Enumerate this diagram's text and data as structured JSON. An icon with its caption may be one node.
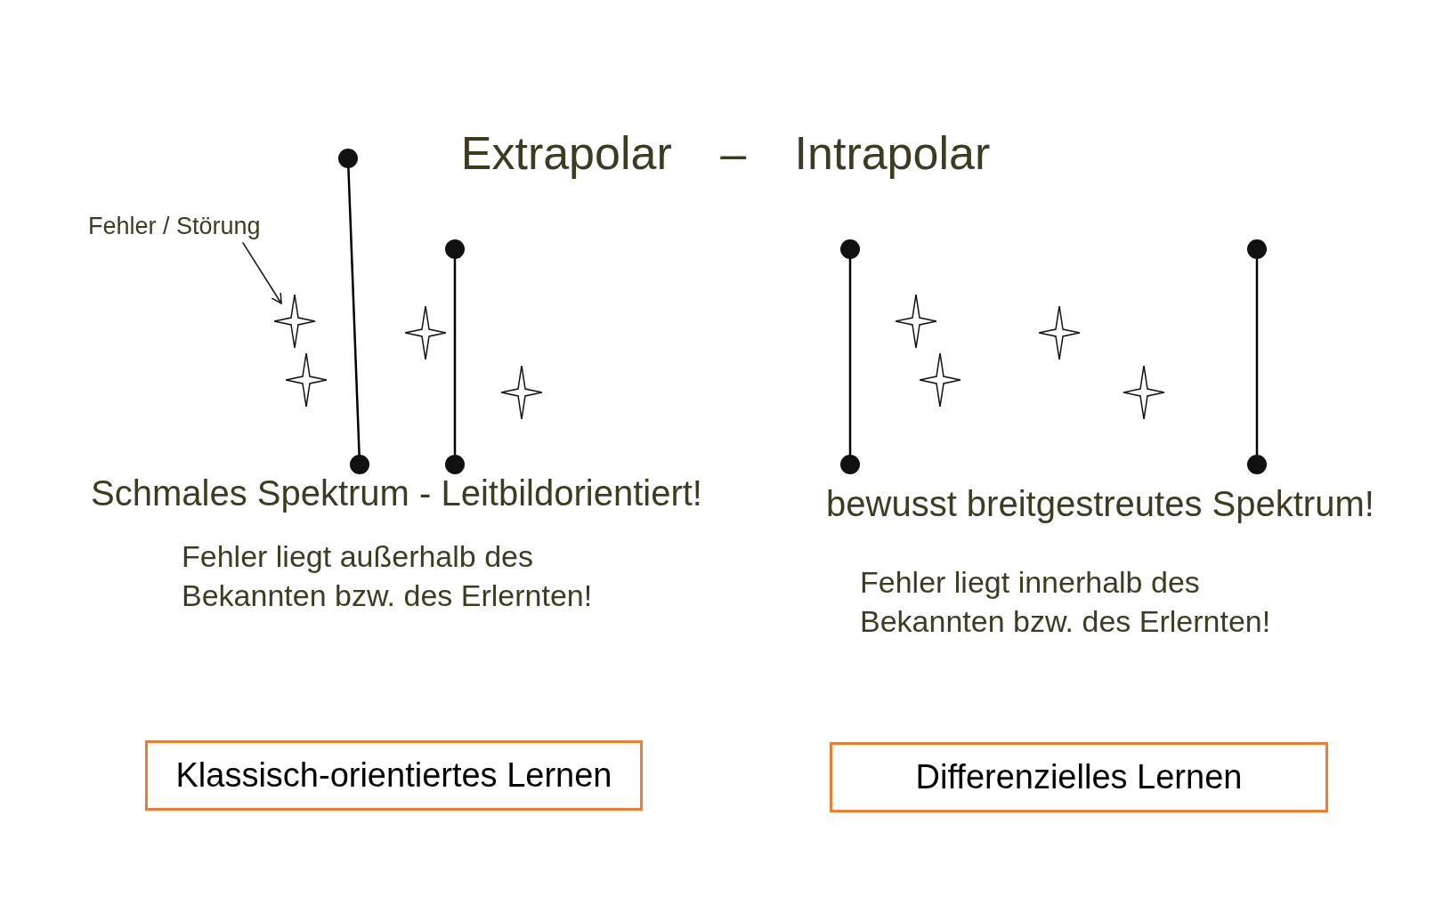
{
  "diagram": {
    "title": "Extrapolar – Intrapolar",
    "nodes": [
      {
        "text": [
          "Fehler / Störung"
        ]
      },
      {
        "text": [],
        "shape": "star"
      },
      {
        "text": [
          "Klassisch-orientiertes Lernen"
        ]
      },
      {
        "text": [
          "Differenzielles Lernen"
        ]
      }
    ],
    "edges": [
      {
        "from": 0,
        "to": 1,
        "arrow": "to"
      }
    ],
    "labels": [
      "Schmales Spektrum - Leitbildorientiert!",
      "bewusst breitgestreutes Spektrum!",
      "Fehler liegt außerhalb des Bekannten bzw. des Erlernten!",
      "Fehler liegt innerhalb des Bekannten bzw. des Erlernten!"
    ]
  }
}
